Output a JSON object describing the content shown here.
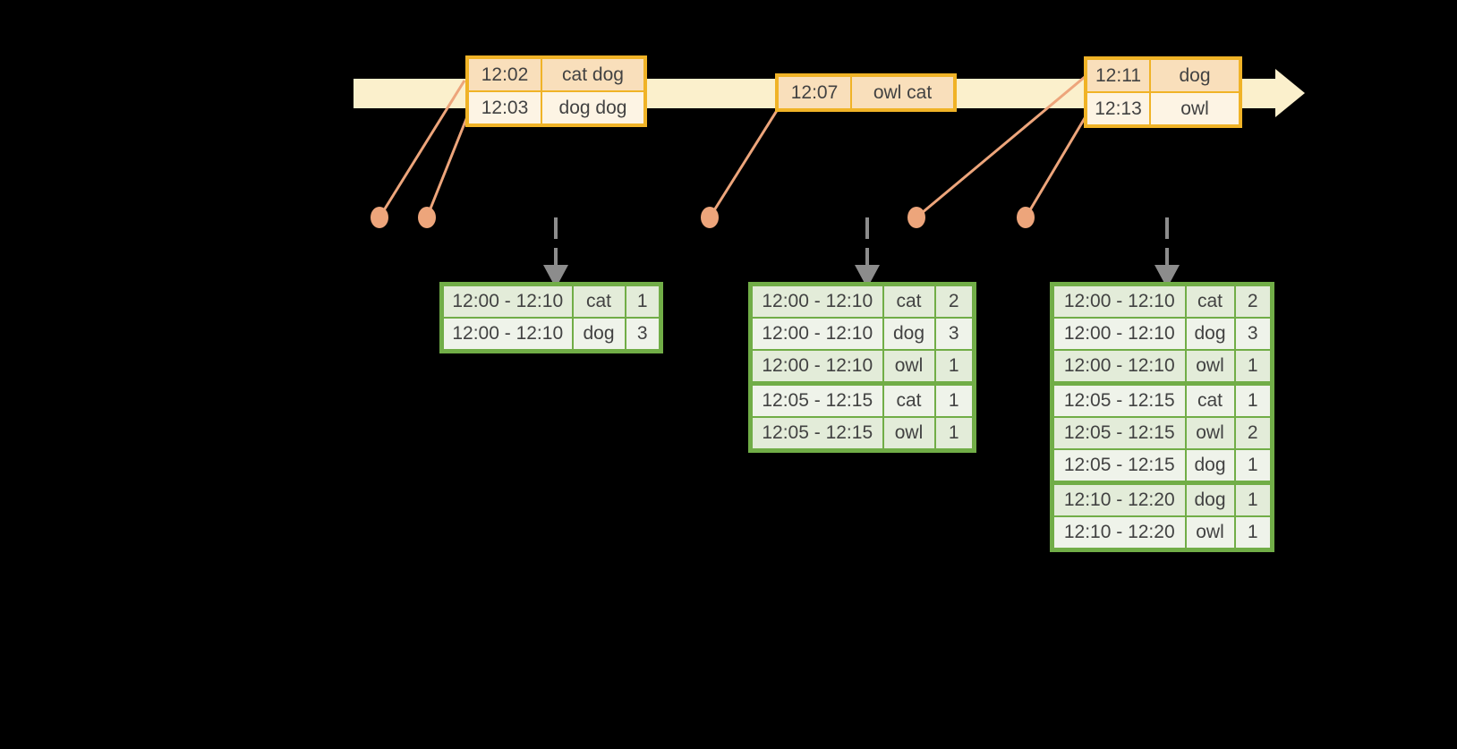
{
  "colors": {
    "background": "#000000",
    "timeline_band": "#FBF0CC",
    "event_table_border": "#F0B327",
    "event_row_dark": "#F9DFBB",
    "event_row_light": "#FDF4E4",
    "result_table_border": "#71AD47",
    "result_row_dark": "#E3ECD9",
    "result_row_light": "#EFF3EA",
    "marker_dot": "#EDA57B",
    "trigger_arrow": "#8C8C8C"
  },
  "event_tables": [
    {
      "rows": [
        {
          "time": "12:02",
          "words": "cat dog"
        },
        {
          "time": "12:03",
          "words": "dog dog"
        }
      ]
    },
    {
      "rows": [
        {
          "time": "12:07",
          "words": "owl cat"
        }
      ]
    },
    {
      "rows": [
        {
          "time": "12:11",
          "words": "dog"
        },
        {
          "time": "12:13",
          "words": "owl"
        }
      ]
    }
  ],
  "result_tables": [
    {
      "rows": [
        {
          "window": "12:00 - 12:10",
          "word": "cat",
          "count": "1"
        },
        {
          "window": "12:00 - 12:10",
          "word": "dog",
          "count": "3"
        }
      ]
    },
    {
      "rows": [
        {
          "window": "12:00 - 12:10",
          "word": "cat",
          "count": "2"
        },
        {
          "window": "12:00 - 12:10",
          "word": "dog",
          "count": "3"
        },
        {
          "window": "12:00 - 12:10",
          "word": "owl",
          "count": "1"
        },
        {
          "window": "12:05 - 12:15",
          "word": "cat",
          "count": "1"
        },
        {
          "window": "12:05 - 12:15",
          "word": "owl",
          "count": "1"
        }
      ]
    },
    {
      "rows": [
        {
          "window": "12:00 - 12:10",
          "word": "cat",
          "count": "2"
        },
        {
          "window": "12:00 - 12:10",
          "word": "dog",
          "count": "3"
        },
        {
          "window": "12:00 - 12:10",
          "word": "owl",
          "count": "1"
        },
        {
          "window": "12:05 - 12:15",
          "word": "cat",
          "count": "1"
        },
        {
          "window": "12:05 - 12:15",
          "word": "owl",
          "count": "2"
        },
        {
          "window": "12:05 - 12:15",
          "word": "dog",
          "count": "1"
        },
        {
          "window": "12:10 - 12:20",
          "word": "dog",
          "count": "1"
        },
        {
          "window": "12:10 - 12:20",
          "word": "owl",
          "count": "1"
        }
      ]
    }
  ]
}
